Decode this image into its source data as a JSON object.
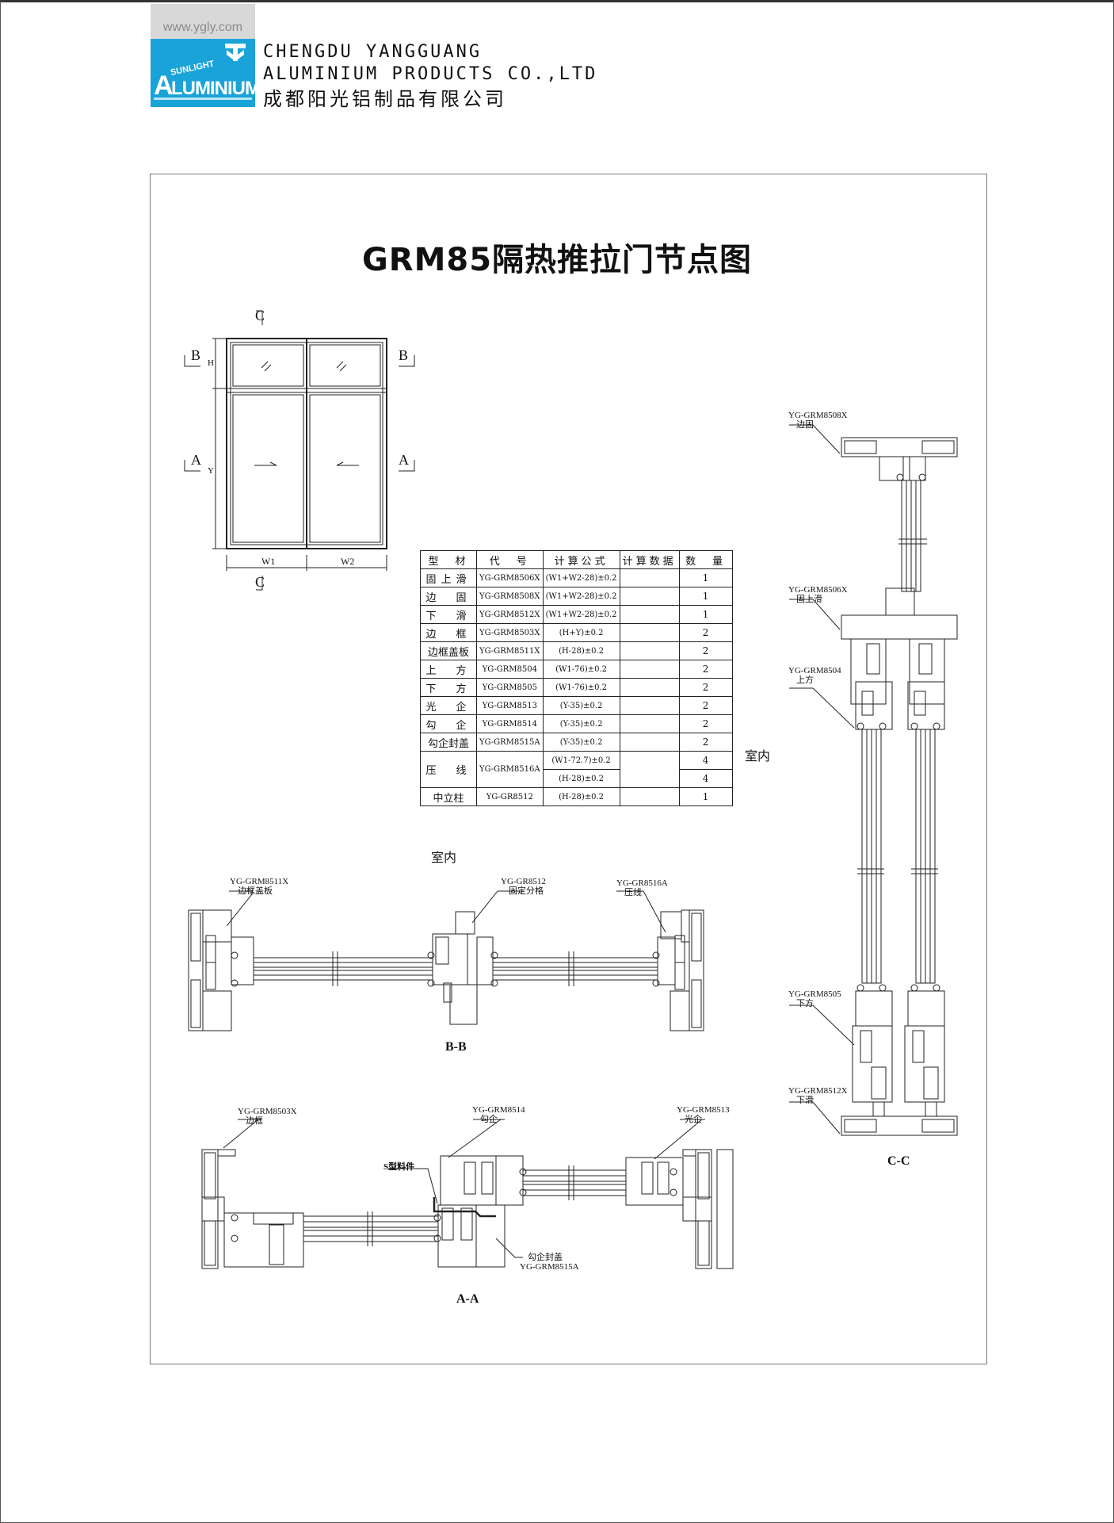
{
  "header": {
    "url": "www.ygly.com",
    "logo_text": "SUNLIGHT ALUMINIUM",
    "company_en_line1": "CHENGDU YANGGUANG",
    "company_en_line2": "ALUMINIUM PRODUCTS CO.,LTD",
    "company_cn": "成都阳光铝制品有限公司"
  },
  "title": "GRM85隔热推拉门节点图",
  "elevation": {
    "section_c": "C",
    "section_b": "B",
    "section_a": "A",
    "dim_h": "H",
    "dim_y": "Y",
    "dim_w1": "W1",
    "dim_w2": "W2"
  },
  "table": {
    "headers": [
      "型　材",
      "代　号",
      "计算公式",
      "计算数据",
      "数　量"
    ],
    "rows": [
      {
        "name": "固上滑",
        "code": "YG-GRM8506X",
        "formula": "(W1+W2-28)±0.2",
        "data": "",
        "qty": "1"
      },
      {
        "name": "边　固",
        "code": "YG-GRM8508X",
        "formula": "(W1+W2-28)±0.2",
        "data": "",
        "qty": "1"
      },
      {
        "name": "下　滑",
        "code": "YG-GRM8512X",
        "formula": "(W1+W2-28)±0.2",
        "data": "",
        "qty": "1"
      },
      {
        "name": "边　框",
        "code": "YG-GRM8503X",
        "formula": "(H+Y)±0.2",
        "data": "",
        "qty": "2"
      },
      {
        "name": "边框盖板",
        "code": "YG-GRM8511X",
        "formula": "(H-28)±0.2",
        "data": "",
        "qty": "2"
      },
      {
        "name": "上　方",
        "code": "YG-GRM8504",
        "formula": "(W1-76)±0.2",
        "data": "",
        "qty": "2"
      },
      {
        "name": "下　方",
        "code": "YG-GRM8505",
        "formula": "(W1-76)±0.2",
        "data": "",
        "qty": "2"
      },
      {
        "name": "光　企",
        "code": "YG-GRM8513",
        "formula": "(Y-35)±0.2",
        "data": "",
        "qty": "2"
      },
      {
        "name": "勾　企",
        "code": "YG-GRM8514",
        "formula": "(Y-35)±0.2",
        "data": "",
        "qty": "2"
      },
      {
        "name": "勾企封盖",
        "code": "YG-GRM8515A",
        "formula": "(Y-35)±0.2",
        "data": "",
        "qty": "2"
      }
    ],
    "pressline": {
      "name": "压　线",
      "code": "YG-GRM8516A",
      "formula1": "(W1-72.7)±0.2",
      "qty1": "4",
      "formula2": "(H-28)±0.2",
      "qty2": "4"
    },
    "mullion": {
      "name": "中立柱",
      "code": "YG-GR8512",
      "formula": "(H-28)±0.2",
      "data": "",
      "qty": "1"
    }
  },
  "section_bb": {
    "indoor": "室内",
    "caption": "B-B",
    "labels": [
      {
        "code": "YG-GRM8511X",
        "name": "边框盖板"
      },
      {
        "code": "YG-GR8512",
        "name": "固定分格"
      },
      {
        "code": "YG-GR8516A",
        "name": "压线"
      }
    ]
  },
  "section_aa": {
    "caption": "A-A",
    "s_part": "S型料件",
    "labels": [
      {
        "code": "YG-GRM8503X",
        "name": "边框"
      },
      {
        "code": "YG-GRM8514",
        "name": "勾企"
      },
      {
        "code": "YG-GRM8513",
        "name": "光企"
      },
      {
        "code": "YG-GRM8515A",
        "name": "勾企封盖"
      }
    ]
  },
  "section_cc": {
    "indoor": "室内",
    "caption": "C-C",
    "labels": [
      {
        "code": "YG-GRM8508X",
        "name": "边固"
      },
      {
        "code": "YG-GRM8506X",
        "name": "固上滑"
      },
      {
        "code": "YG-GRM8504",
        "name": "上方"
      },
      {
        "code": "YG-GRM8505",
        "name": "下方"
      },
      {
        "code": "YG-GRM8512X",
        "name": "下滑"
      }
    ]
  }
}
